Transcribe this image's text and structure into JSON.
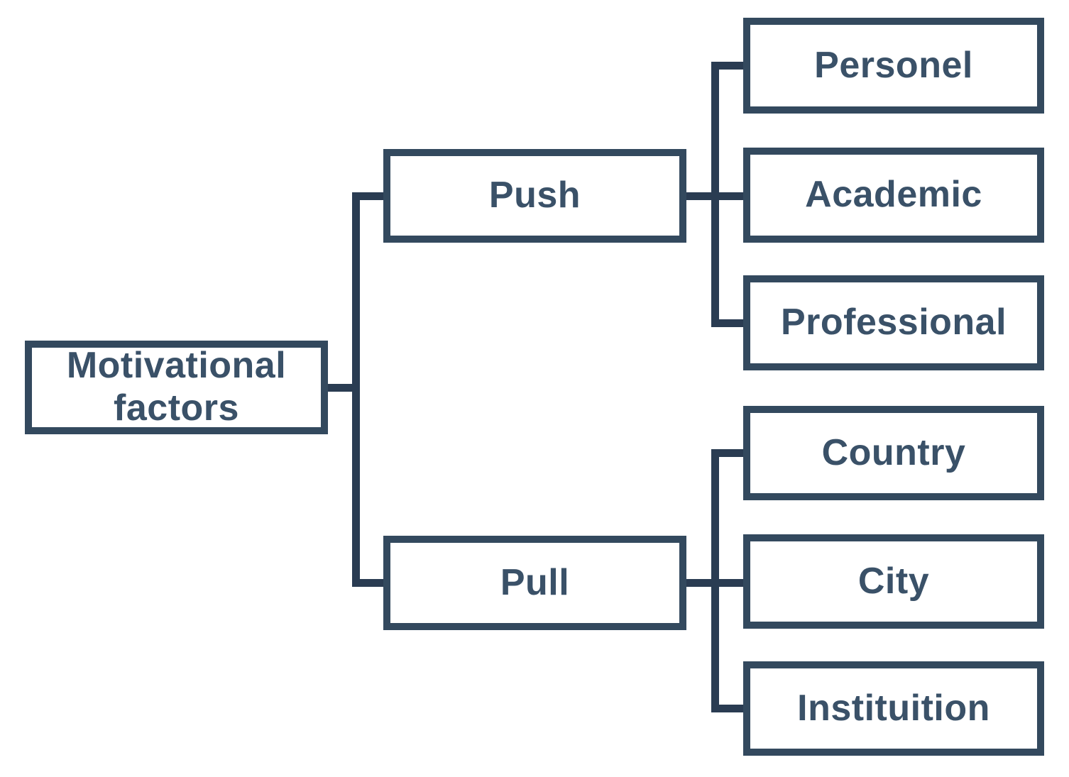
{
  "diagram": {
    "type": "tree",
    "orientation": "left-to-right",
    "colors": {
      "box_border": "#33495E",
      "connector": "#2A3C52",
      "text": "#3A5168",
      "background": "#FFFFFF"
    },
    "nodes": {
      "root": {
        "label": "Motivational factors",
        "level": 0
      },
      "push": {
        "label": "Push",
        "level": 1
      },
      "pull": {
        "label": "Pull",
        "level": 1
      },
      "personel": {
        "label": "Personel",
        "level": 2
      },
      "academic": {
        "label": "Academic",
        "level": 2
      },
      "professional": {
        "label": "Professional",
        "level": 2
      },
      "country": {
        "label": "Country",
        "level": 2
      },
      "city": {
        "label": "City",
        "level": 2
      },
      "instituition": {
        "label": "Instituition",
        "level": 2
      }
    },
    "edges": [
      {
        "from": "Motivational factors",
        "to": "Push"
      },
      {
        "from": "Motivational factors",
        "to": "Pull"
      },
      {
        "from": "Push",
        "to": "Personel"
      },
      {
        "from": "Push",
        "to": "Academic"
      },
      {
        "from": "Push",
        "to": "Professional"
      },
      {
        "from": "Pull",
        "to": "Country"
      },
      {
        "from": "Pull",
        "to": "City"
      },
      {
        "from": "Pull",
        "to": "Instituition"
      }
    ]
  }
}
